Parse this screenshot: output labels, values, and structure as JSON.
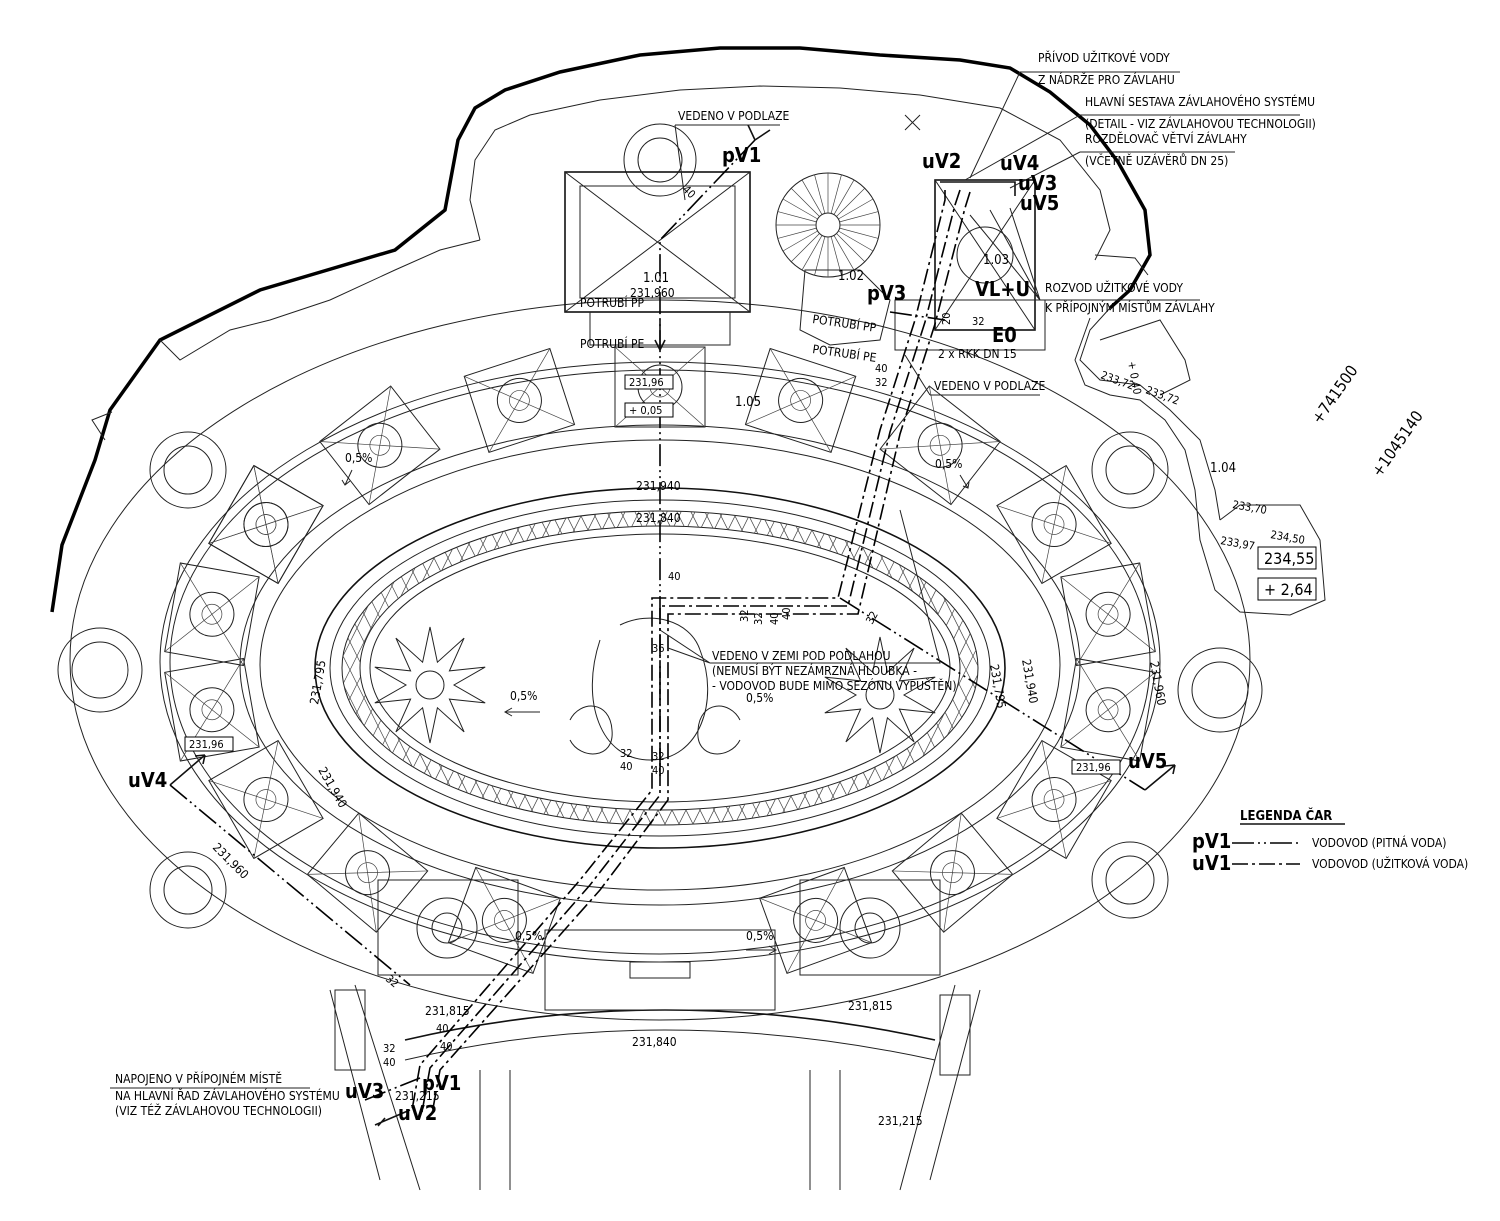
{
  "callouts": {
    "privod_line1": "PŘÍVOD UŽITKOVÉ VODY",
    "privod_line2": "Z NÁDRŽE PRO ZÁVLAHU",
    "hlavni_line1": "HLAVNÍ SESTAVA ZÁVLAHOVÉHO SYSTÉMU",
    "hlavni_line2": "(DETAIL - VIZ ZÁVLAHOVOU TECHNOLOGII)",
    "rozdelovac_line1": "ROZDĚLOVAČ VĚTVÍ ZÁVLAHY",
    "rozdelovac_line2": "(VČETNĚ UZÁVĚRŮ DN 25)",
    "rozvod_line1": "ROZVOD UŽITKOVÉ VODY",
    "rozvod_line2": "K PŘÍPOJNÝM MÍSTŮM ZÁVLAHY",
    "vedeno_podlaze_1": "VEDENO V PODLAZE",
    "vedeno_podlaze_2": "VEDENO V PODLAZE",
    "rkk": "2 x RKK DN 15",
    "potrubi_pp_1": "POTRUBÍ PP",
    "potrubi_pe_1": "POTRUBÍ PE",
    "potrubi_pp_2": "POTRUBÍ PP",
    "potrubi_pe_2": "POTRUBÍ PE",
    "zemi_line1": "VEDENO V ZEMI POD PODLAHOU",
    "zemi_line2": "(NEMUSÍ BÝT NEZÁMRZNÁ HLOUBKA -",
    "zemi_line3": "- VODOVOD BUDE MIMO SEZÓNU VYPUŠTĚN)",
    "napojeno_line1": "NAPOJENO V  PŘÍPOJNÉM MÍSTĚ",
    "napojeno_line2": "NA HLAVNÍ ŘAD ZÁVLAHOVÉHO SYSTÉMU",
    "napojeno_line3": "(VIZ TÉŽ ZÁVLAHOVOU TECHNOLOGII)"
  },
  "pipe_labels": {
    "pV1_top": "pV1",
    "pV1_bottom": "pV1",
    "pV3": "pV3",
    "uV2_top": "uV2",
    "uV2_bottom": "uV2",
    "uV3_top": "uV3",
    "uV3_bottom": "uV3",
    "uV4_top": "uV4",
    "uV4_left": "uV4",
    "uV5_top": "uV5",
    "uV5_right": "uV5",
    "vl_u": "VL+U",
    "eo": "E0"
  },
  "rooms": {
    "r101": "1.01",
    "r102": "1.02",
    "r103": "1.03",
    "r104": "1.04",
    "r105": "1.05"
  },
  "levels": {
    "l_231960_top": "231,960",
    "l_23196_center": "231,96",
    "l_005": "+ 0,05",
    "l_231940_a": "231,940",
    "l_231840_a": "231,840",
    "l_231795_left": "231,795",
    "l_231795_right": "231,795",
    "l_231940_right": "231,940",
    "l_231960_right": "231,960",
    "l_23196_left": "231,96",
    "l_23196_right": "231,96",
    "l_231940_left": "231,940",
    "l_231960_left": "231,960",
    "l_231815_a": "231,815",
    "l_231815_b": "231,815",
    "l_231840_b": "231,840",
    "l_231215_a": "231,215",
    "l_231215_b": "231,215",
    "l_23372": "233,72",
    "l_23372_b": "233,72",
    "l_040": "+ 0,40",
    "l_23370": "233,70",
    "l_23450": "234,50",
    "l_23397": "233,97",
    "l_23455": "234,55",
    "l_264": "+ 2,64"
  },
  "slopes": {
    "s1": "0,5%",
    "s2": "0,5%",
    "s3": "0,5%",
    "s4": "0,5%",
    "s5": "0,5%",
    "s6": "0,5%"
  },
  "dims": {
    "d40_a": "40",
    "d40_b": "40",
    "d32_a": "32",
    "d40_c": "40",
    "d20": "20",
    "d32_b": "32",
    "d40_d": "40",
    "d32_c": "32",
    "d40_e": "40",
    "d32_d": "32",
    "d32_e": "32",
    "d40_f": "40",
    "d32_f": "32",
    "d40_g": "40",
    "d32_g": "32",
    "d40_h": "40",
    "d32_h": "32",
    "d40_i": "40",
    "d32_i": "32",
    "d40_j": "40",
    "d36": "36"
  },
  "coords": {
    "y_coord": "+741500",
    "x_coord": "+1045140"
  },
  "legend": {
    "title": "LEGENDA ČAR",
    "p_code": "pV1",
    "p_desc": "VODOVOD (PITNÁ VODA)",
    "u_code": "uV1",
    "u_desc": "VODOVOD (UŽITKOVÁ VODA)"
  }
}
